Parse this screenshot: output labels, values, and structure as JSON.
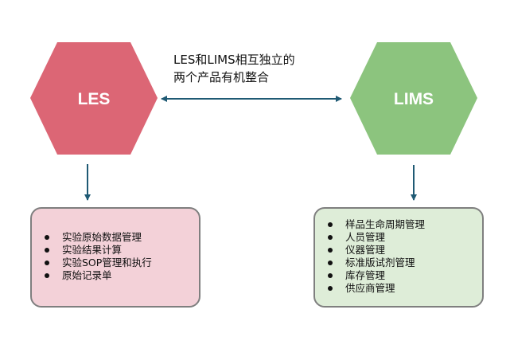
{
  "diagram": {
    "left_node": {
      "label": "LES",
      "fill_color": "#dc6675",
      "items": [
        "实验原始数据管理",
        "实验结果计算",
        "实验SOP管理和执行",
        "原始记录单"
      ]
    },
    "right_node": {
      "label": "LIMS",
      "fill_color": "#8cc47e",
      "items": [
        "样品生命周期管理",
        "人员管理",
        "仪器管理",
        "标准版试剂管理",
        "库存管理",
        "供应商管理"
      ]
    },
    "connector": {
      "caption_lines": [
        "LES和LIMS相互独立的",
        "两个产品有机整合"
      ],
      "color": "#1f5a74"
    },
    "left_box_color": "#f3d1d8",
    "right_box_color": "#deedd8",
    "box_border_color": "#7f7f7f"
  }
}
